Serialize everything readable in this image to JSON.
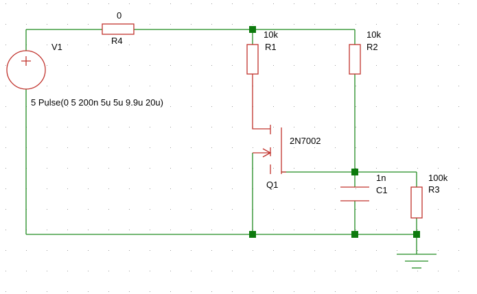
{
  "colors": {
    "wire": "#1f8a1f",
    "component": "#c0302a",
    "junction": "#0d7a0d",
    "grid_dot": "#9a9a9a",
    "background": "#ffffff",
    "text": "#000000"
  },
  "components": {
    "v1": {
      "name": "V1",
      "value": "5 Pulse(0 5 200n 5u 5u 9.9u 20u)",
      "symbol": "plus-sign"
    },
    "r4": {
      "name": "R4",
      "value": "0"
    },
    "r1": {
      "name": "R1",
      "value": "10k"
    },
    "r2": {
      "name": "R2",
      "value": "10k"
    },
    "r3": {
      "name": "R3",
      "value": "100k"
    },
    "c1": {
      "name": "C1",
      "value": "1n"
    },
    "q1": {
      "name": "Q1",
      "value": "2N7002"
    }
  },
  "icons": [
    "voltage-source-icon",
    "resistor-icon",
    "capacitor-icon",
    "mosfet-icon",
    "ground-icon"
  ]
}
